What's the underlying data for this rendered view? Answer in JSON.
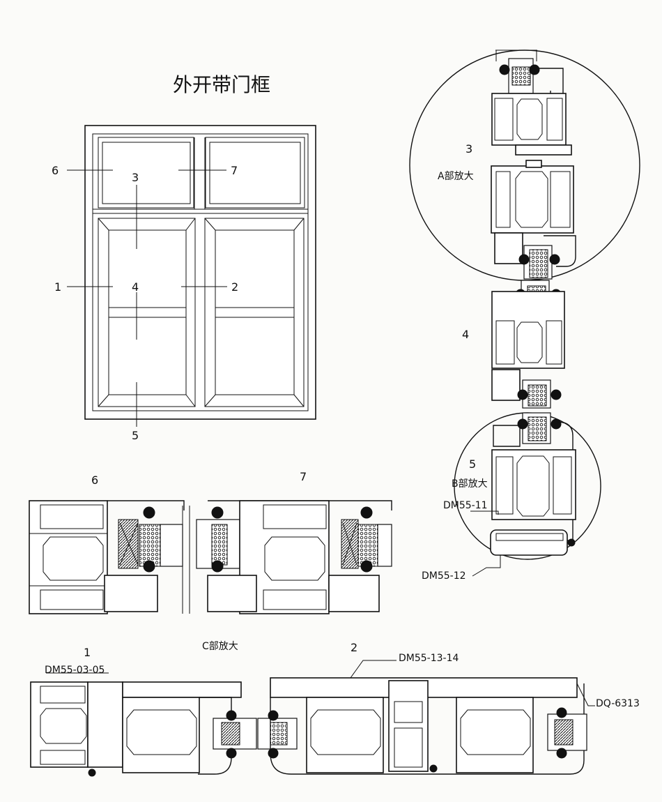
{
  "title": "外开带门框",
  "elevation_labels": {
    "n1": "1",
    "n2": "2",
    "n3": "3",
    "n4": "4",
    "n5": "5",
    "n6": "6",
    "n7": "7"
  },
  "detail_labels": {
    "s3": "3",
    "s4": "4",
    "s5": "5",
    "s6": "6",
    "s7": "7",
    "s1": "1",
    "s2": "2",
    "zoom_a": "A部放大",
    "zoom_b": "B部放大",
    "zoom_c": "C部放大"
  },
  "profile_codes": {
    "dm55_11": "DM55-11",
    "dm55_12": "DM55-12",
    "dm55_03_05": "DM55-03-05",
    "dm55_13_14": "DM55-13-14",
    "dq_6313": "DQ-6313"
  }
}
